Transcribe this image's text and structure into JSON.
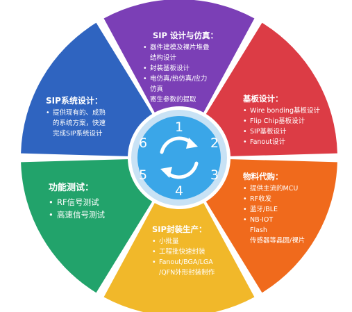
{
  "colors": {
    "seg1": "#7b3fb6",
    "seg2": "#dc3c45",
    "seg3": "#f06a1c",
    "seg4": "#f1b82a",
    "seg5": "#22a36b",
    "seg6": "#2f64c0",
    "hub_ring": "#c8e2f5",
    "hub": "#3aa6e8"
  },
  "center_icon": "cycle-arrows-icon",
  "numbers": [
    "1",
    "2",
    "3",
    "4",
    "5",
    "6"
  ],
  "segments": [
    {
      "title": "SIP 设计与仿真：",
      "items": [
        "器件建模及裸片堆叠",
        "结构设计",
        "封装基板设计",
        "电仿真/热仿真/应力",
        "仿真",
        "寄生参数的提取"
      ]
    },
    {
      "title": "基板设计：",
      "items": [
        "Wire bonding基板设计",
        "Flip Chip基板设计",
        "SIP基板设计",
        "Fanout设计"
      ]
    },
    {
      "title": "物料代购：",
      "items": [
        "提供主流的MCU",
        "RF收发",
        "蓝牙/BLE",
        "NB-IOT",
        "Flash",
        "传感器等晶圆/裸片"
      ]
    },
    {
      "title": "SIP封装生产：",
      "items": [
        "小批量",
        "工程批快速封装",
        "Fanout/BGA/LGA",
        "/QFN外形封装制作"
      ]
    },
    {
      "title": "功能测试：",
      "items": [
        "RF信号测试",
        "高速信号测试"
      ]
    },
    {
      "title": "SIP系统设计：",
      "items": [
        "提供现有的、成熟",
        "的系统方案，快速",
        "完成SIP系统设计"
      ]
    }
  ]
}
